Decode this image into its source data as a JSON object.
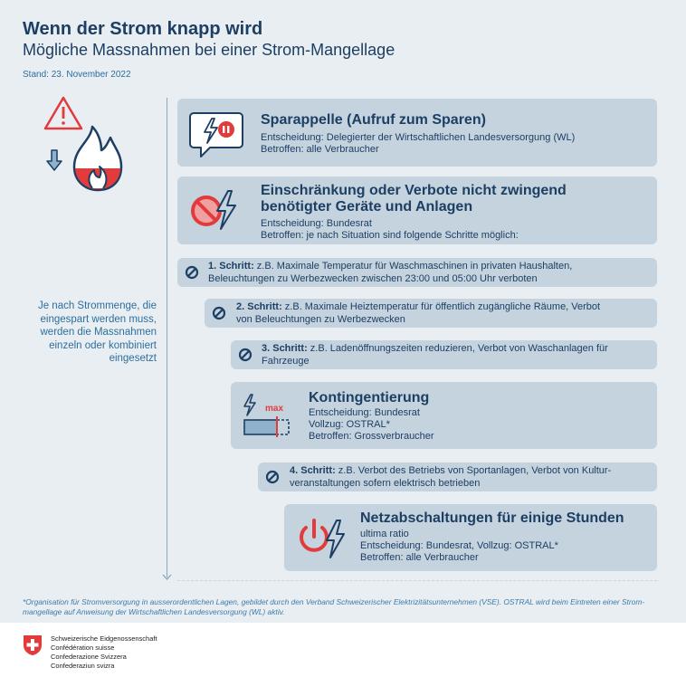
{
  "header": {
    "title": "Wenn der Strom knapp wird",
    "subtitle": "Mögliche Massnahmen bei einer Strom-Mangellage",
    "date": "Stand: 23. November 2022"
  },
  "hero": {
    "icons": [
      "warning-icon",
      "down-arrow-icon",
      "flame-icon"
    ]
  },
  "side_note": "Je nach Strommenge, die eingespart werden muss, werden die Massnahmen einzeln oder kombiniert eingesetzt",
  "cards": {
    "sparappelle": {
      "title": "Sparappelle (Aufruf zum Sparen)",
      "line1": "Entscheidung: Delegierter der Wirtschaftlichen Landesversorgung (WL)",
      "line2": "Betroffen: alle Verbraucher"
    },
    "einschraenkung": {
      "title1": "Einschränkung oder Verbote nicht zwingend",
      "title2": "benötigter Geräte und Anlagen",
      "line1": "Entscheidung: Bundesrat",
      "line2": "Betroffen: je nach Situation sind folgende Schritte möglich:"
    },
    "kontingentierung": {
      "title": "Kontingentierung",
      "max_label": "max",
      "line1": "Entscheidung: Bundesrat",
      "line2": "Vollzug: OSTRAL*",
      "line3": "Betroffen: Grossverbraucher"
    },
    "netzabschaltungen": {
      "title": "Netzabschaltungen für einige Stunden",
      "line1": "ultima ratio",
      "line2": "Entscheidung: Bundesrat, Vollzug: OSTRAL*",
      "line3": "Betroffen: alle Verbraucher"
    }
  },
  "steps": [
    {
      "label": "1. Schritt:",
      "line1": "z.B. Maximale Temperatur für Waschmaschinen in privaten Haushalten,",
      "line2": "Beleuchtungen zu Werbezwecken zwischen 23:00 und 05:00 Uhr verboten"
    },
    {
      "label": "2. Schritt:",
      "line1": "z.B. Maximale Heiztemperatur für öffentlich zugängliche Räume, Verbot",
      "line2": "von Beleuchtungen zu Werbezwecken"
    },
    {
      "label": "3. Schritt:",
      "line1": "z.B. Ladenöffnungszeiten reduzieren, Verbot von Waschanlagen für",
      "line2": "Fahrzeuge"
    },
    {
      "label": "4. Schritt:",
      "line1": "z.B. Verbot des Betriebs von Sportanlagen, Verbot von Kultur-",
      "line2": "veranstaltungen sofern elektrisch betrieben"
    }
  ],
  "footnote": {
    "line1": "*Organisation für Stromversorgung in ausserordentlichen Lagen, gebildet durch den Verband Schweizerischer Elektrizitätsunternehmen (VSE). OSTRAL wird beim Eintreten einer Strom-",
    "line2": "mangellage auf Anweisung der Wirtschaftlichen Landesversorgung (WL) aktiv."
  },
  "footer": {
    "lines": [
      "Schweizerische Eidgenossenschaft",
      "Confédération suisse",
      "Confederazione Svizzera",
      "Confederaziun svizra"
    ]
  },
  "colors": {
    "accent_red": "#e23b3b",
    "navy": "#1c3f63",
    "card_bg": "#c5d3df",
    "background": "#e9eef2",
    "link_blue": "#2c6e9e"
  }
}
